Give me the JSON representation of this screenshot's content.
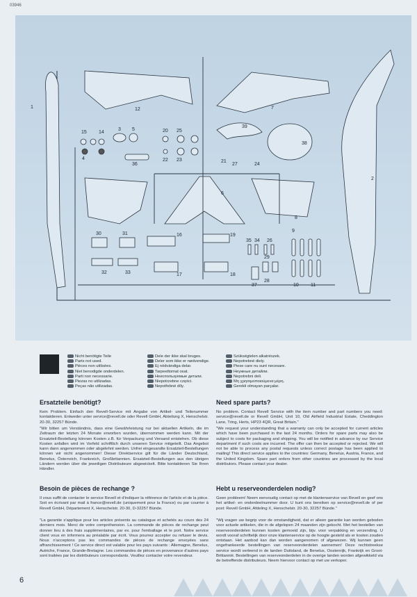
{
  "doc_code": "03946",
  "page_number": "6",
  "part_numbers": {
    "p1": "1",
    "p2": "2",
    "p3": "3",
    "p4": "4",
    "p5": "5",
    "p6": "6",
    "p7": "7",
    "p8": "8",
    "p9": "9",
    "p10": "10",
    "p11": "11",
    "p12": "12",
    "p14": "14",
    "p15": "15",
    "p16": "16",
    "p17": "17",
    "p18": "18",
    "p19": "19",
    "p20": "20",
    "p21": "21",
    "p22": "22",
    "p23": "23",
    "p24": "24",
    "p25": "25",
    "p26": "26",
    "p27": "27",
    "p28": "28",
    "p29": "29",
    "p30": "30",
    "p31": "31",
    "p32": "32",
    "p33": "33",
    "p34": "34",
    "p35": "35",
    "p36": "36",
    "p37": "37",
    "p38": "38",
    "p39": "39"
  },
  "legend": {
    "col1": [
      "Nicht benötigte Teile",
      "Parts not used.",
      "Pièces non utilisées.",
      "Niet benodigde onderdelen.",
      "Parti non necessarie.",
      "Piezas no utilizadas.",
      "Peças não utilizadas."
    ],
    "col2": [
      "Dele der ikke skal bruges.",
      "Deler som ikke er nødvendige.",
      "Ej nödvändiga delar.",
      "Tarpeettomat osat.",
      "Неиспользуемые детали.",
      "Niepotrzebne części.",
      "Nepotřebné díly."
    ],
    "col3": [
      "Szükségtelen alkatrészek.",
      "Nepotrebné diely.",
      "Piese care nu sunt necesare.",
      "Неужные детайли.",
      "Nepotrebni deli.",
      "Μη χρησιμοποιούμενα μέρη.",
      "Gerekli olmayan parçalar."
    ]
  },
  "sections": {
    "de": {
      "heading": "Ersatzteile benötigt?",
      "p1": "Kein Problem. Einfach den Revell-Service mit Angabe von Artikel- und Teilenummer kontaktieren. Entweder unter service@revell.de oder Revell GmbH, Abteilung X, Henschelstr. 20-30, 32257 Bünde.",
      "p2": "\"Wir bitten um Verständnis, dass eine Gewährleistung nur bei aktuellen Artikeln, die im Zeitraum der letzten 24 Monate erworben wurden, übernommen werden kann. Mit der Ersatzteil-Bestellung können Kosten z.B. für Verpackung und Versand entstehen. Ob diese Kosten anfallen wird im Vorfeld schriftlich durch unseren Service mitgeteilt. Das Angebot kann dann angenommen oder abgelehnt werden. Unfrei eingesandte Ersatzteil-Bestellungen können wir nicht angenommen! Dieser Direktservice gilt für die Länder Deutschland, Benelux, Österreich, Frankreich, Großbritannien. Ersatzteil-Bestellungen aus den übrigen Ländern werden über die jeweiligen Distributeure abgewickelt. Bitte kontaktieren Sie Ihren Händler."
    },
    "fr": {
      "heading": "Besoin de pièces de rechange ?",
      "p1": "Il vous suffit de contacter le service Revell et d'indiquer la référence de l'article et de la pièce. Soit en écrivant par mail à france@revell.de (uniquement pour la France) ou par courrier à Revell GmbH, Département X, Henschelstr. 20-30, D-32257 Bünde.",
      "p2": "\"La garantie s'applique pour les articles présents au catalogue et achetés au cours des 24 derniers mois. Merci de votre compréhension. La commande de pièces de rechange peut donner lieu à des frais supplémentaires, par ex. pour l'emballage et le port. Notre service client vous en informera au préalable par écrit. Vous pourrez accepter ou refuser le devis. Nous n'acceptons pas les commandes de pièces de rechange envoyées sans affranchissement ! Ce service direct est valable pour les pays suivants : Allemagne, Benelux, Autriche, France, Grande-Bretagne. Les commandes de pièces en provenance d'autres pays sont traitées par les distributeurs correspondants. Veuillez contacter votre revendeur."
    },
    "en": {
      "heading": "Need spare parts?",
      "p1": "No problem. Contact Revell Service with the item number and part numbers you need: service@revell.de or Revell GmbH, Unit 10, Old Airfield Industrial Estate, Cheddington Lane, Tring, Herts, HP23 4QR, Great Britain.\"",
      "p2": "\"We request your understanding that a warranty can only be accepted for current articles which have been purchased in the last 24 months. Orders for spare parts may also be subject to costs for packaging and shipping. You will be notified in advance by our Service department if such costs are incurred. The offer can then be accepted or rejected. We will not be able to process any postal requests unless correct postage has been applied to mailing! This direct service applies to the countries: Germany, Benelux, Austria, France, and the United Kingdom. Spare part orders from other countries are processed by the local distributors. Please contact your dealer."
    },
    "nl": {
      "heading": "Hebt u reserveonderdelen nodig?",
      "p1": "Geen probleem! Neem eenvoudig contact op met de klantenservice van Revell en geef ons het artikel- en onderdeelnummer door. U kunt ons bereiken op service@revell.de of per post: Revell GmbH, Afdeling X, Henschelstr. 20-30, 32257 Bünde.\"",
      "p2": "\"Wij vragen uw begrip voor de omstandigheid, dat er alleen garantie kan worden geboden voor actuele artikelen, die in de afgelopen 24 maanden zijn gekocht. Met het bestellen van reserveonderdelen kunnen kosten gemoeid zijn, bijv. voor verpakking en verzending. U wordt vooraf schriftelijk door onze klantenservice op de hoogte gesteld als er kosten zouden ontstaan. Het aanbod kan dan worden aangenomen of afgewezen. Wij kunnen geen ongefrankeerde bestellingen van reserveonderdelen aannemen! Deze rechtstreekse service wordt verleend in de landen Duitsland, de Benelux, Oostenrijk, Frankrijk en Groot-Brittannië. Bestellingen van reserveonderdelen in de overige landen worden afgewikkeld via de betreffende distributeurs. Neem hiervoor contact op met uw verkoper."
    }
  }
}
